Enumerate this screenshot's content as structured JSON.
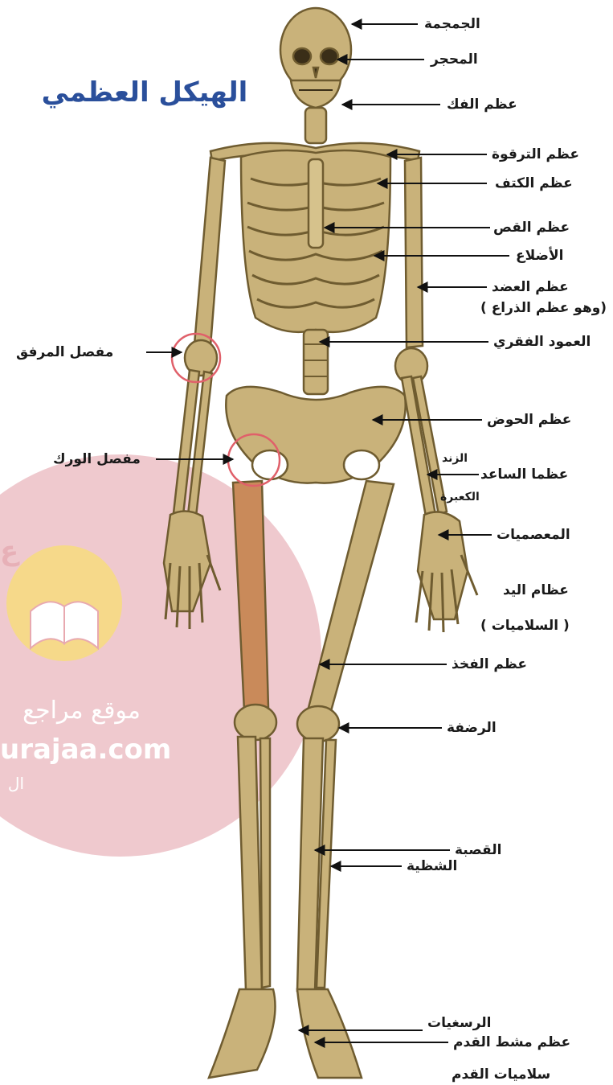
{
  "title": "الهيكل العظمي",
  "colors": {
    "title": "#2a4f9b",
    "bone": "#c9b27a",
    "bone_dark": "#6f5c30",
    "highlight_circle": "#e0606a",
    "watermark_circle": "#e9b7bd",
    "watermark_badge": "#f6d98a"
  },
  "labels": {
    "skull": "الجمجمة",
    "orbit": "المحجر",
    "jaw": "عظم الفك",
    "clavicle": "عظم الترقوة",
    "scapula": "عظم الكتف",
    "sternum": "عظم القص",
    "ribs": "الأضلاع",
    "humerus": "عظم العضد",
    "humerus_note": "(وهو عظم الذراع )",
    "spine": "العمود الفقري",
    "pelvis": "عظم الحوض",
    "forearm": "عظما الساعد",
    "ulna": "الزند",
    "radius": "الكعبرة",
    "carpals": "المعصميات",
    "hand": "عظام اليد",
    "phalanges": "( السلاميات )",
    "femur": "عظم الفخذ",
    "patella": "الرضفة",
    "tibia": "القصبة",
    "fibula": "الشظية",
    "tarsals": "الرسغيات",
    "metatarsals": "عظم مشط القدم",
    "foot_phalanges": "سلاميات القدم",
    "elbow_joint": "مفصل المرفق",
    "hip_joint": "مفصل الورك"
  },
  "watermark": {
    "line1": "موقع مراجع",
    "line2": "urajaa.com",
    "letter": "ع",
    "letter2": "ال"
  },
  "icons": {
    "watermark_logo": "open-book-icon"
  }
}
